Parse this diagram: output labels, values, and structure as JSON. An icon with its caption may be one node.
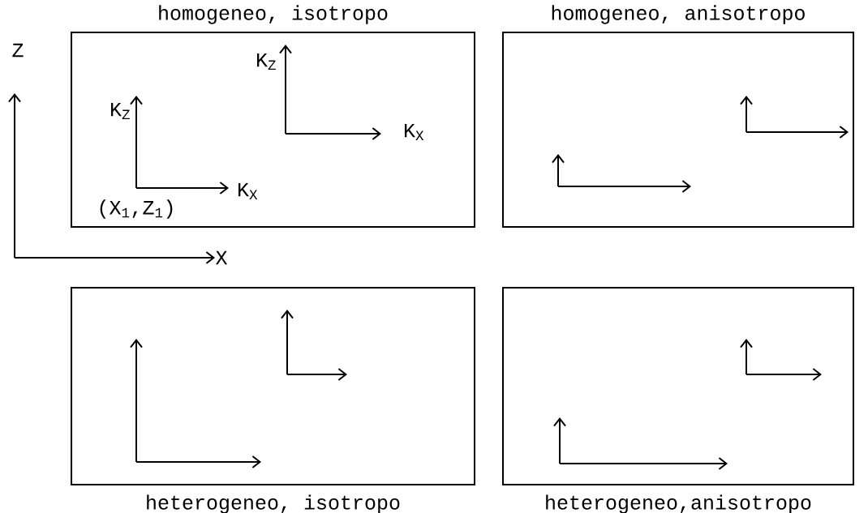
{
  "diagram": {
    "nodes": [
      {
        "text": [
          "homogeneo, isotropo"
        ]
      },
      {
        "text": [
          "homogeneo, anisotropo"
        ]
      },
      {
        "text": [
          "heterogeneo, isotropo"
        ]
      },
      {
        "text": [
          "heterogeneo,anisotropo"
        ]
      }
    ],
    "labels": [
      "Z",
      "K$_{Z}$",
      "K$_{Z}$",
      "K$_{X}$",
      "K$_{X}$",
      "(X$_{1}$,Z$_{1}$)",
      "X"
    ]
  }
}
